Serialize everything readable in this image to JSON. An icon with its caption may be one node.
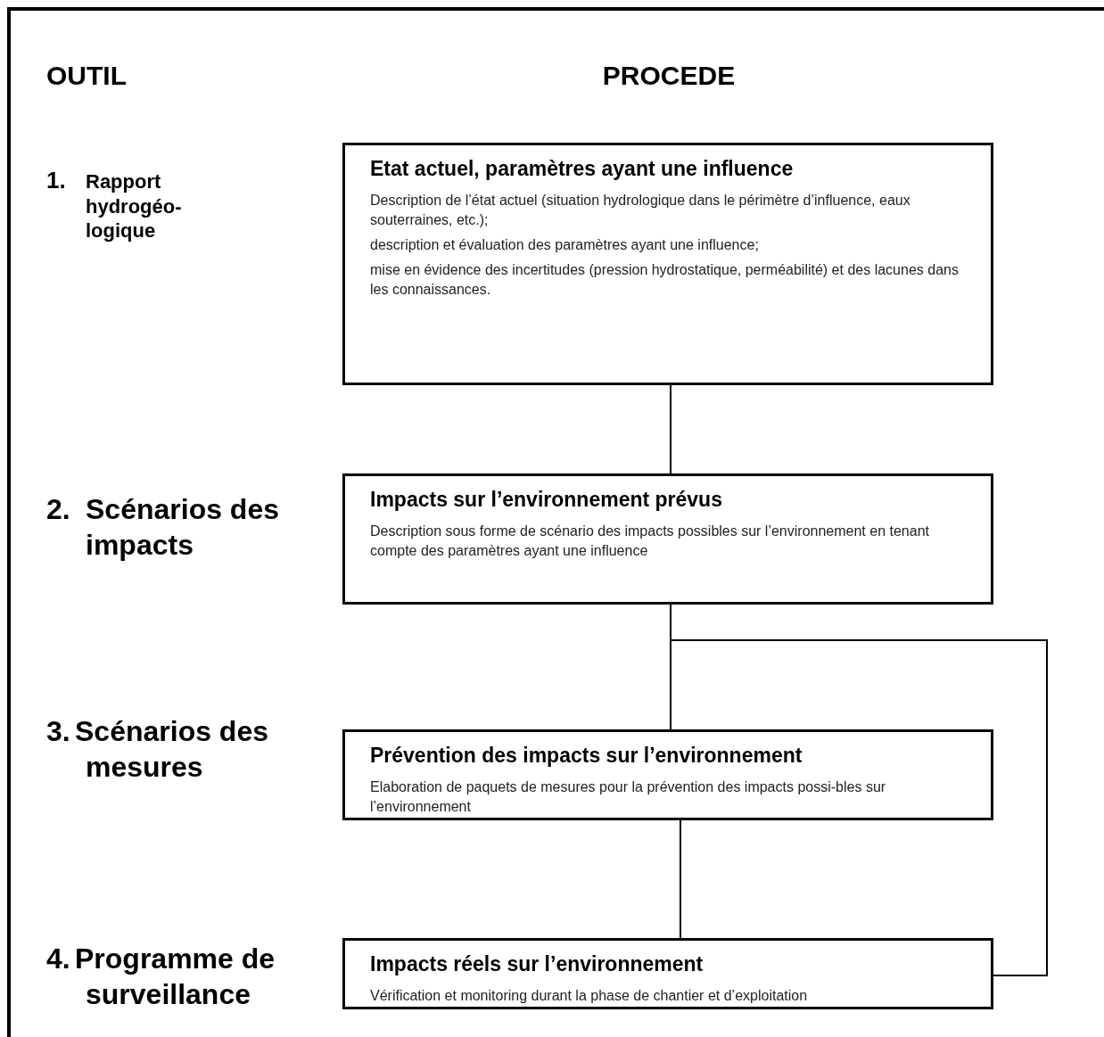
{
  "diagram": {
    "nodes": [
      {
        "text": [
          "Etat actuel, paramètres ayant une influence",
          "Description de l’état actuel (situation hydrologique dans le périmètre d’influence, eaux souterraines, etc.);",
          "description et évaluation des paramètres ayant une influence;",
          "mise en évidence des incertitudes (pression hydrostatique, perméabilité) et des lacunes dans les connaissances."
        ]
      },
      {
        "text": [
          "Impacts sur l’environnement prévus",
          "Description sous forme de scénario des impacts possibles sur l’environnement en tenant compte des paramètres ayant une influence"
        ]
      },
      {
        "text": [
          "Prévention des impacts sur l’environnement",
          "Elaboration de paquets de mesures pour la prévention des impacts possi-bles sur l’environnement"
        ]
      },
      {
        "text": [
          "Impacts réels sur l’environnement",
          "Vérification et monitoring durant la phase de chantier et d’exploitation"
        ]
      }
    ],
    "edges": [
      {
        "from": 0,
        "to": 1,
        "arrow": "none"
      },
      {
        "from": 1,
        "to": 2,
        "arrow": "none"
      },
      {
        "from": 2,
        "to": 3,
        "arrow": "none"
      },
      {
        "from": 1,
        "to": 3,
        "arrow": "none"
      }
    ],
    "labels": [
      "OUTIL",
      "PROCEDE",
      "1.",
      "Rapport hydrogéo-logique",
      "2.",
      "Scénarios des impacts",
      "3.",
      "Scénarios des mesures",
      "4.",
      "Programme de surveillance"
    ]
  }
}
